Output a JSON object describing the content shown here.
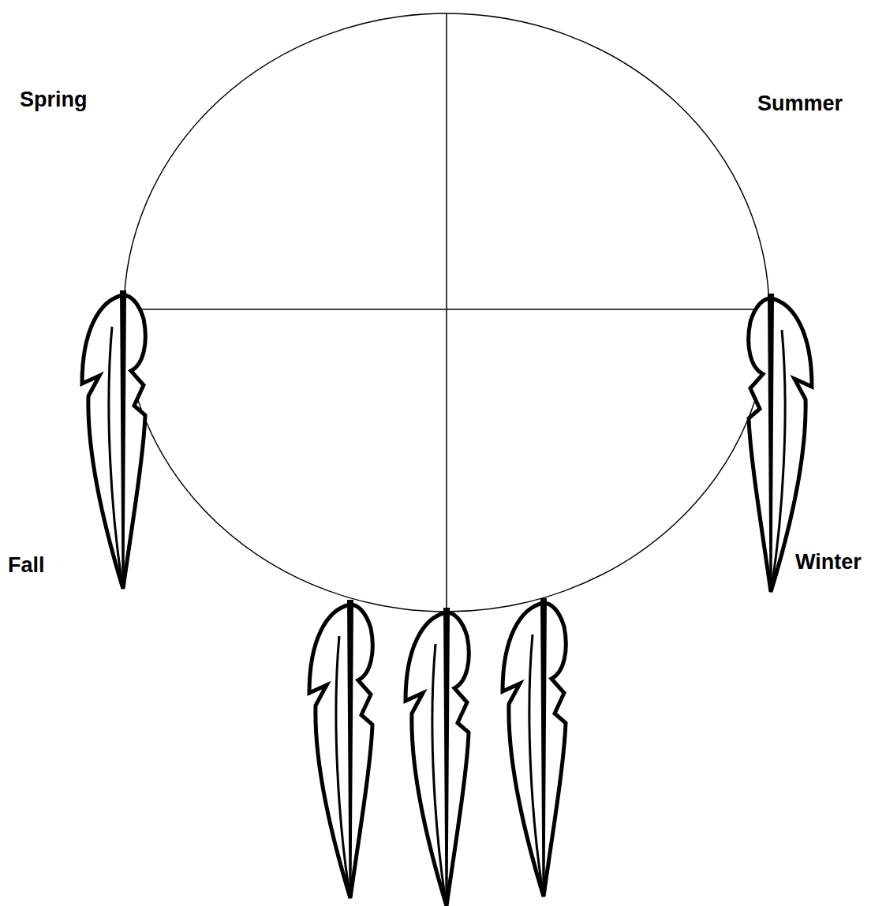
{
  "diagram": {
    "labels": [
      "Spring",
      "Summer",
      "Fall",
      "Winter"
    ]
  }
}
